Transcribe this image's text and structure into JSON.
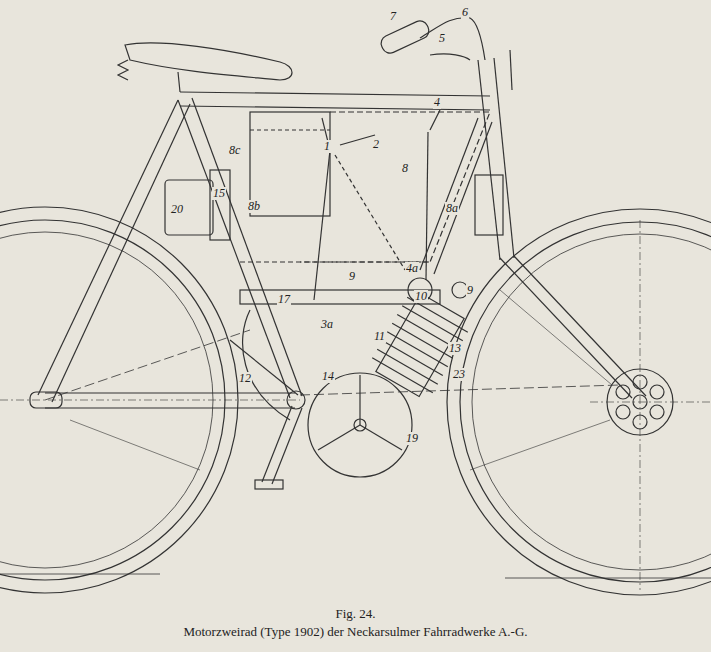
{
  "diagram": {
    "caption": "Motorzweirad (Type 1902) der Neckarsulmer Fahrradwerke A.-G.",
    "labels": [
      "Fig. 24.",
      "7",
      "6",
      "5",
      "1",
      "2",
      "4",
      "8c",
      "8b",
      "8",
      "8a",
      "20",
      "15",
      "17",
      "9",
      "3a",
      "4a",
      "10",
      "9",
      "11",
      "13",
      "23",
      "12",
      "14",
      "19"
    ]
  }
}
